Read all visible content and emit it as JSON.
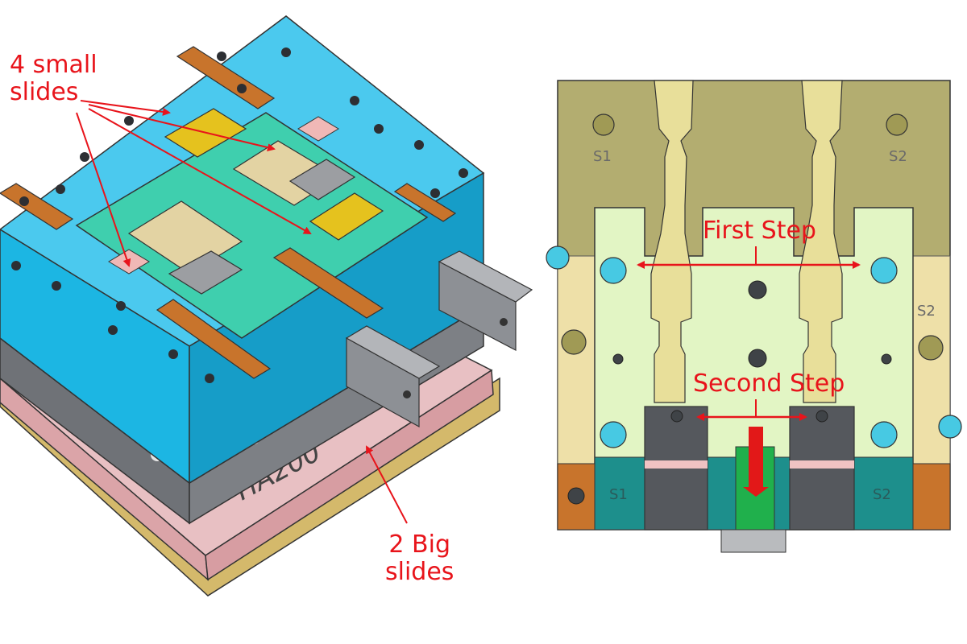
{
  "left_view": {
    "label_small_line1": "4 small",
    "label_small_line2": "slides",
    "label_big_line1": "2 Big",
    "label_big_line2": "slides",
    "engraving": "HA200"
  },
  "right_view": {
    "first_step": "First Step",
    "second_step": "Second Step",
    "slide_labels": [
      "S1",
      "S2",
      "S2",
      "S1",
      "S2"
    ]
  },
  "colors": {
    "annotation": "#e8141b",
    "blue_plate": "#1cb6e3",
    "orange_block": "#c8742c",
    "olive": "#b3ad70",
    "light_green": "#e2f5c4",
    "pink_plate": "#dba4a8",
    "gray_block": "#6b6e73"
  }
}
